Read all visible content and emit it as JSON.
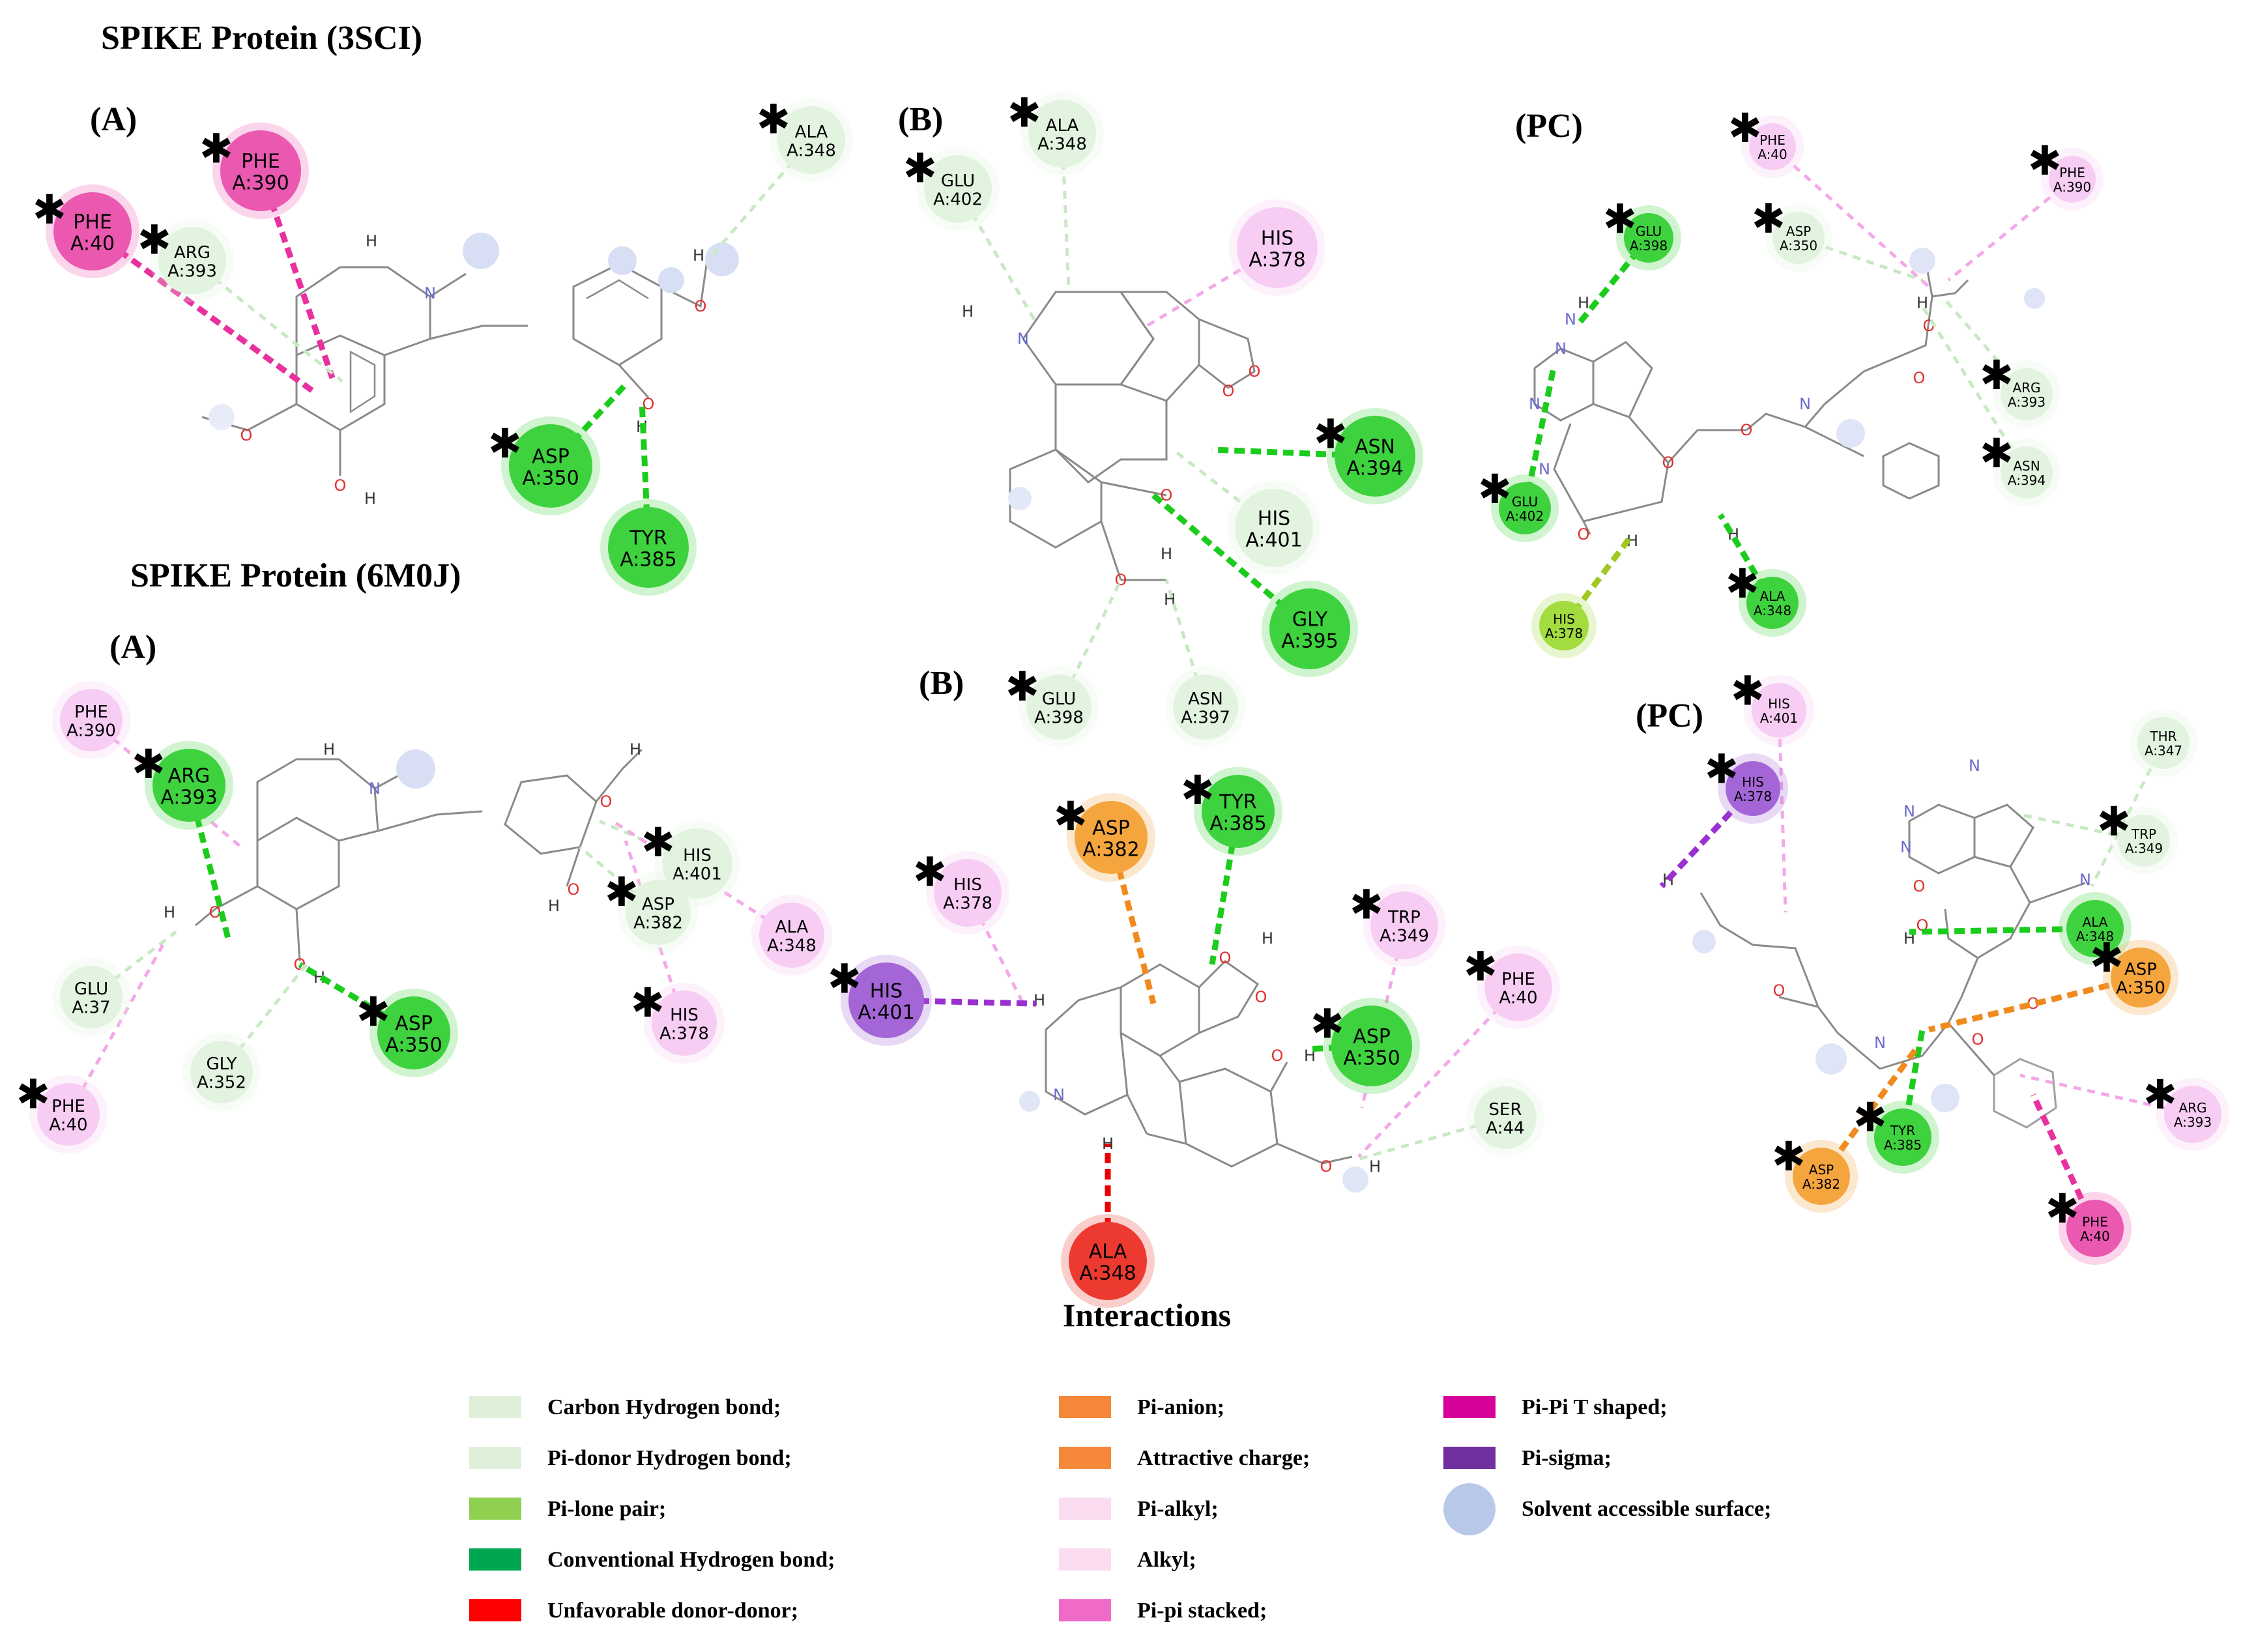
{
  "headers": {
    "top": "SPIKE Protein (3SCI)",
    "bottom": "SPIKE Protein (6M0J)"
  },
  "panel_labels": [
    "(A)",
    "(B)",
    "(PC)",
    "(A)",
    "(B)",
    "(PC)"
  ],
  "panels": [
    {
      "id": "3SCI-A",
      "residues": [
        {
          "name": "PHE",
          "id": "A:390",
          "type": "pi-pi-t",
          "star": true
        },
        {
          "name": "PHE",
          "id": "A:40",
          "type": "pi-pi-t",
          "star": true
        },
        {
          "name": "ARG",
          "id": "A:393",
          "type": "carbon-h",
          "star": true
        },
        {
          "name": "ALA",
          "id": "A:348",
          "type": "carbon-h",
          "star": true
        },
        {
          "name": "ASP",
          "id": "A:350",
          "type": "conventional-h",
          "star": true
        },
        {
          "name": "TYR",
          "id": "A:385",
          "type": "conventional-h",
          "star": false
        }
      ]
    },
    {
      "id": "3SCI-B",
      "residues": [
        {
          "name": "ALA",
          "id": "A:348",
          "type": "carbon-h",
          "star": true
        },
        {
          "name": "GLU",
          "id": "A:402",
          "type": "carbon-h",
          "star": true
        },
        {
          "name": "HIS",
          "id": "A:378",
          "type": "pi-alkyl",
          "star": false
        },
        {
          "name": "ASN",
          "id": "A:394",
          "type": "conventional-h",
          "star": true
        },
        {
          "name": "HIS",
          "id": "A:401",
          "type": "carbon-h",
          "star": false
        },
        {
          "name": "GLY",
          "id": "A:395",
          "type": "conventional-h",
          "star": false
        },
        {
          "name": "GLU",
          "id": "A:398",
          "type": "carbon-h",
          "star": true
        },
        {
          "name": "ASN",
          "id": "A:397",
          "type": "carbon-h",
          "star": false
        }
      ]
    },
    {
      "id": "3SCI-PC",
      "residues": [
        {
          "name": "PHE",
          "id": "A:40",
          "type": "pi-alkyl",
          "star": true
        },
        {
          "name": "PHE",
          "id": "A:390",
          "type": "pi-alkyl",
          "star": true
        },
        {
          "name": "GLU",
          "id": "A:398",
          "type": "conventional-h",
          "star": true
        },
        {
          "name": "ASP",
          "id": "A:350",
          "type": "carbon-h",
          "star": true
        },
        {
          "name": "ARG",
          "id": "A:393",
          "type": "carbon-h",
          "star": true
        },
        {
          "name": "ASN",
          "id": "A:394",
          "type": "carbon-h",
          "star": true
        },
        {
          "name": "GLU",
          "id": "A:402",
          "type": "conventional-h",
          "star": true
        },
        {
          "name": "ALA",
          "id": "A:348",
          "type": "conventional-h",
          "star": true
        },
        {
          "name": "HIS",
          "id": "A:378",
          "type": "pi-lone-pair",
          "star": false
        }
      ]
    },
    {
      "id": "6M0J-A",
      "residues": [
        {
          "name": "PHE",
          "id": "A:390",
          "type": "pi-alkyl",
          "star": false
        },
        {
          "name": "ARG",
          "id": "A:393",
          "type": "conventional-h",
          "star": true
        },
        {
          "name": "HIS",
          "id": "A:401",
          "type": "carbon-h",
          "star": true
        },
        {
          "name": "ASP",
          "id": "A:382",
          "type": "carbon-h",
          "star": true
        },
        {
          "name": "ALA",
          "id": "A:348",
          "type": "pi-alkyl",
          "star": false
        },
        {
          "name": "GLU",
          "id": "A:37",
          "type": "carbon-h",
          "star": false
        },
        {
          "name": "ASP",
          "id": "A:350",
          "type": "conventional-h",
          "star": true
        },
        {
          "name": "HIS",
          "id": "A:378",
          "type": "pi-alkyl",
          "star": true
        },
        {
          "name": "GLY",
          "id": "A:352",
          "type": "carbon-h",
          "star": false
        },
        {
          "name": "PHE",
          "id": "A:40",
          "type": "pi-alkyl",
          "star": true
        }
      ]
    },
    {
      "id": "6M0J-B",
      "residues": [
        {
          "name": "ASP",
          "id": "A:382",
          "type": "attractive",
          "star": true
        },
        {
          "name": "TYR",
          "id": "A:385",
          "type": "conventional-h",
          "star": true
        },
        {
          "name": "HIS",
          "id": "A:378",
          "type": "pi-alkyl",
          "star": true
        },
        {
          "name": "TRP",
          "id": "A:349",
          "type": "pi-alkyl",
          "star": true
        },
        {
          "name": "HIS",
          "id": "A:401",
          "type": "pi-sigma",
          "star": true
        },
        {
          "name": "PHE",
          "id": "A:40",
          "type": "pi-alkyl",
          "star": true
        },
        {
          "name": "ASP",
          "id": "A:350",
          "type": "conventional-h",
          "star": true
        },
        {
          "name": "SER",
          "id": "A:44",
          "type": "carbon-h",
          "star": false
        },
        {
          "name": "ALA",
          "id": "A:348",
          "type": "unfavorable",
          "star": false
        }
      ]
    },
    {
      "id": "6M0J-PC",
      "residues": [
        {
          "name": "HIS",
          "id": "A:401",
          "type": "pi-alkyl",
          "star": true
        },
        {
          "name": "THR",
          "id": "A:347",
          "type": "carbon-h",
          "star": false
        },
        {
          "name": "HIS",
          "id": "A:378",
          "type": "pi-sigma",
          "star": true
        },
        {
          "name": "TRP",
          "id": "A:349",
          "type": "carbon-h",
          "star": true
        },
        {
          "name": "ALA",
          "id": "A:348",
          "type": "conventional-h",
          "star": false
        },
        {
          "name": "ASP",
          "id": "A:350",
          "type": "attractive",
          "star": true
        },
        {
          "name": "TYR",
          "id": "A:385",
          "type": "conventional-h",
          "star": true
        },
        {
          "name": "ARG",
          "id": "A:393",
          "type": "pi-alkyl",
          "star": true
        },
        {
          "name": "ASP",
          "id": "A:382",
          "type": "attractive",
          "star": true
        },
        {
          "name": "PHE",
          "id": "A:40",
          "type": "pi-pi-t",
          "star": true
        }
      ]
    }
  ],
  "atom_labels": {
    "H": "H",
    "N": "N",
    "O": "O"
  },
  "legend": {
    "title": "Interactions",
    "items": [
      {
        "label": "Carbon Hydrogen bond;",
        "color": "#e0efda",
        "shape": "rect"
      },
      {
        "label": "Pi-donor Hydrogen bond;",
        "color": "#e0efda",
        "shape": "rect"
      },
      {
        "label": "Pi-lone pair;",
        "color": "#90d050",
        "shape": "rect"
      },
      {
        "label": "Conventional Hydrogen bond;",
        "color": "#00a650",
        "shape": "rect"
      },
      {
        "label": "Unfavorable donor-donor;",
        "color": "#ff0000",
        "shape": "rect"
      },
      {
        "label": "Pi-anion;",
        "color": "#f5883a",
        "shape": "rect"
      },
      {
        "label": "Attractive charge;",
        "color": "#f5883a",
        "shape": "rect"
      },
      {
        "label": "Pi-alkyl;",
        "color": "#fcdcf0",
        "shape": "rect"
      },
      {
        "label": "Alkyl;",
        "color": "#fcdcf0",
        "shape": "rect"
      },
      {
        "label": "Pi-pi stacked;",
        "color": "#f06ac8",
        "shape": "rect"
      },
      {
        "label": "Pi-Pi T shaped;",
        "color": "#d6009a",
        "shape": "rect"
      },
      {
        "label": "Pi-sigma;",
        "color": "#7030a0",
        "shape": "rect"
      },
      {
        "label": "Solvent accessible surface;",
        "color": "#b8c8e8",
        "shape": "circle"
      }
    ]
  },
  "type_colors": {
    "carbon-h": "#e2f4e0",
    "conventional-h": "#3ed23e",
    "pi-alkyl": "#f8cdf4",
    "pi-pi-t": "#ea58b0",
    "pi-lone-pair": "#a2dc3e",
    "attractive": "#f5a53e",
    "pi-sigma": "#a466d6",
    "unfavorable": "#ec3a30"
  },
  "line_colors": {
    "carbon-h": "#c9e8c4",
    "conventional-h": "#1ccc1c",
    "pi-alkyl": "#f4a8e8",
    "pi-pi-t": "#e8309e",
    "pi-lone-pair": "#a0c820",
    "attractive": "#f08a1e",
    "pi-sigma": "#9a30d0",
    "unfavorable": "#e80000"
  }
}
